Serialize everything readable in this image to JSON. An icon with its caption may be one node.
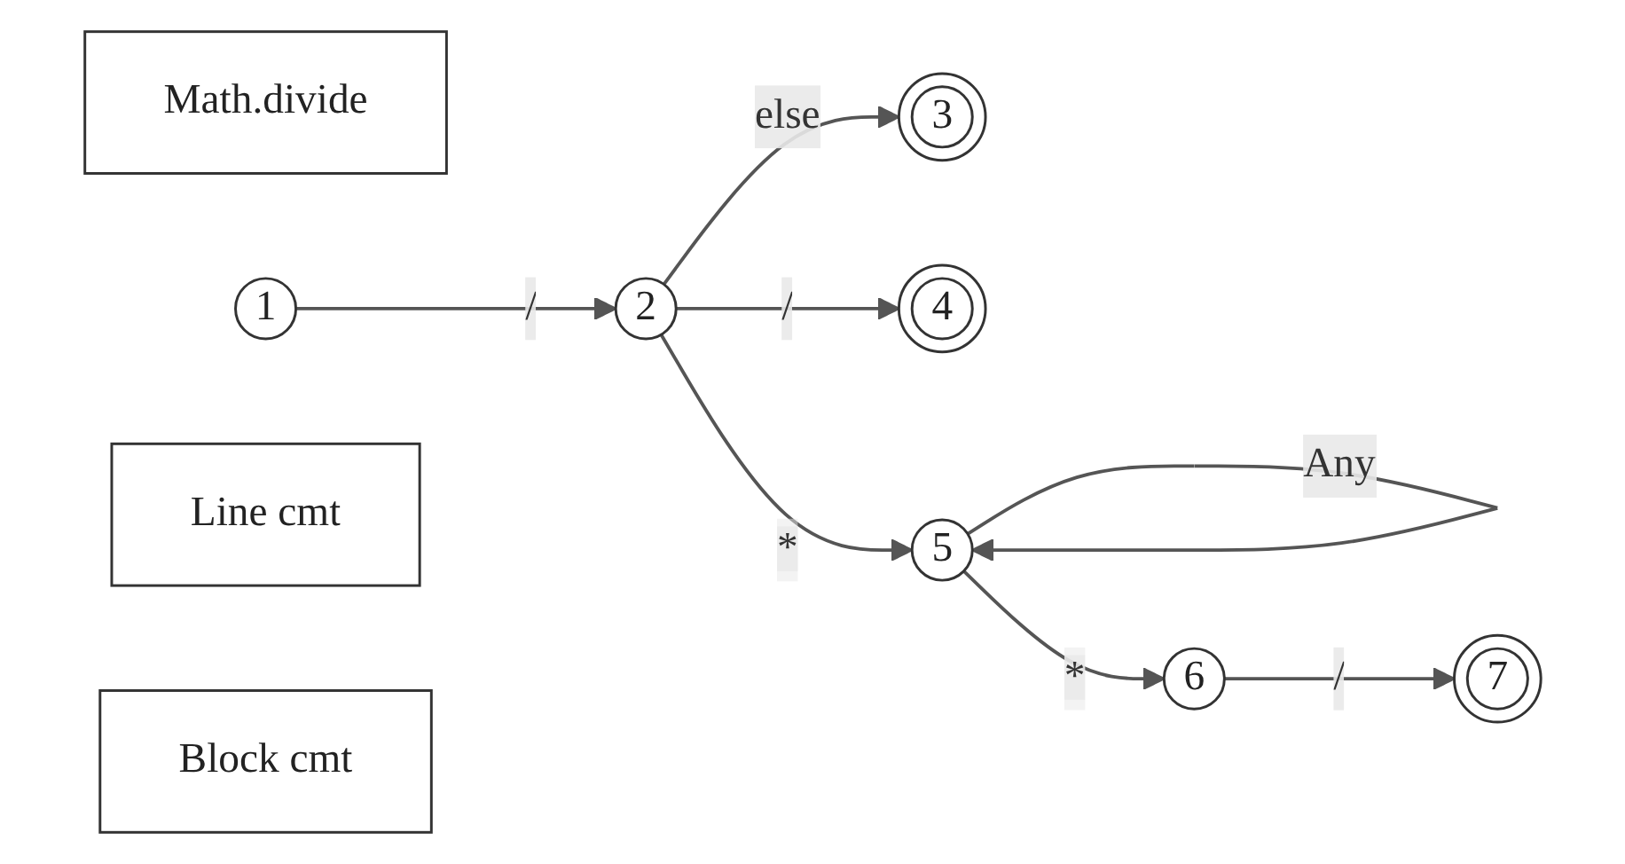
{
  "diagram": {
    "nodes": [
      {
        "text": [
          "3"
        ]
      },
      {
        "text": [
          "Math.divide"
        ]
      },
      {
        "text": [
          "1"
        ]
      },
      {
        "text": [
          "2"
        ]
      },
      {
        "text": [
          "4"
        ]
      },
      {
        "text": [
          "Line cmt"
        ]
      },
      {
        "text": [
          "5"
        ]
      },
      {
        "text": [
          "6"
        ]
      },
      {
        "text": [
          "7"
        ]
      },
      {
        "text": [
          "Block cmt"
        ]
      }
    ],
    "edges": [
      {
        "from": 2,
        "to": 3,
        "arrow": "to",
        "label": "/"
      },
      {
        "from": 3,
        "to": 0,
        "arrow": "to",
        "label": "else"
      },
      {
        "from": 3,
        "to": 4,
        "arrow": "to",
        "label": "/"
      },
      {
        "from": 3,
        "to": 6,
        "arrow": "to",
        "label": "*"
      },
      {
        "from": 6,
        "to": 6,
        "arrow": "to",
        "label": "Any"
      },
      {
        "from": 6,
        "to": 7,
        "arrow": "to",
        "label": "*"
      },
      {
        "from": 7,
        "to": 8,
        "arrow": "to",
        "label": "/"
      }
    ]
  }
}
